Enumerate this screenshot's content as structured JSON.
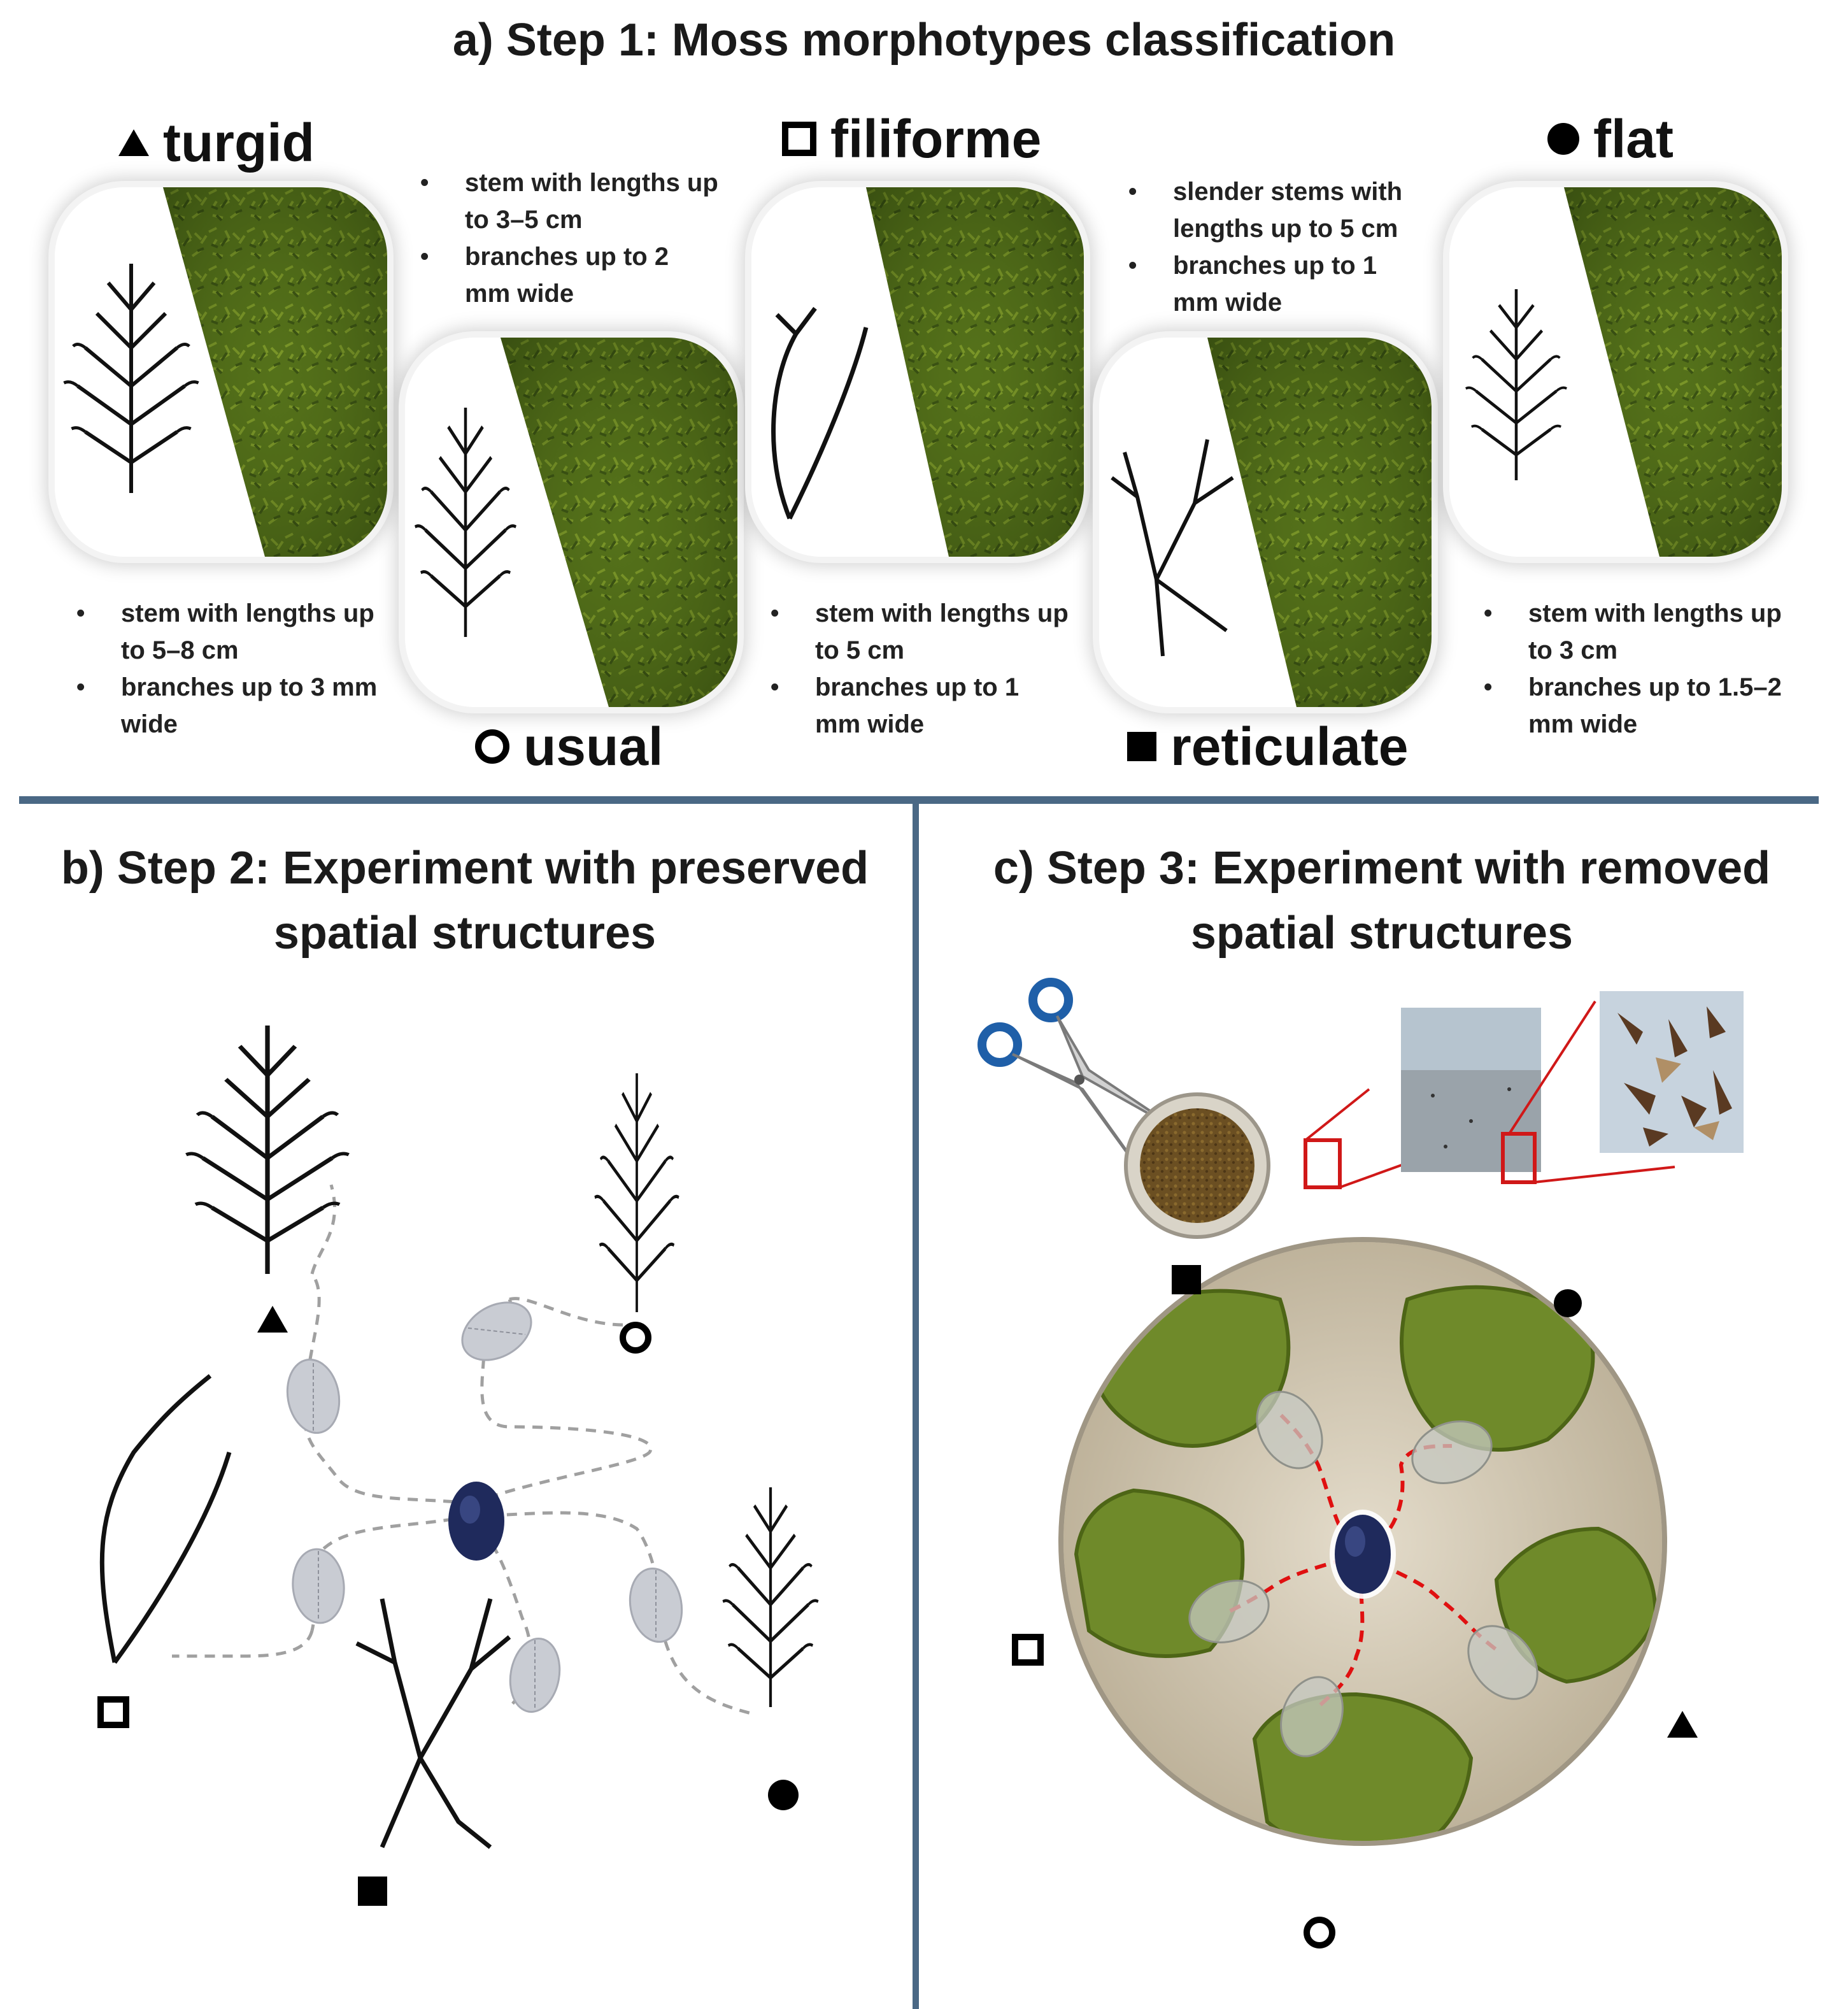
{
  "panel_a": {
    "title": "a) Step 1: Moss morphotypes classification",
    "morphotypes": [
      {
        "name": "turgid",
        "symbol": "filled-triangle",
        "desc": [
          "stem with lengths up to 5–8 cm",
          "branches up to 3 mm wide"
        ]
      },
      {
        "name": "usual",
        "symbol": "open-circle",
        "desc": [
          "stem with lengths up to 3–5 cm",
          "branches up to 2 mm wide"
        ]
      },
      {
        "name": "filiforme",
        "symbol": "open-square",
        "desc": [
          "stem with lengths up to 5 cm",
          "branches up to 1 mm wide"
        ]
      },
      {
        "name": "reticulate",
        "symbol": "filled-square",
        "desc": [
          "slender stems with lengths up to 5 cm",
          "branches up to 1 mm wide"
        ]
      },
      {
        "name": "flat",
        "symbol": "filled-circle",
        "desc": [
          "stem with lengths up to 3 cm",
          "branches up to 1.5–2 mm wide"
        ]
      }
    ]
  },
  "panel_b": {
    "title_line1": "b) Step 2: Experiment with preserved",
    "title_line2": "spatial structures"
  },
  "panel_c": {
    "title_line1": "c) Step 3: Experiment with removed",
    "title_line2": "spatial structures"
  },
  "colors": {
    "divider": "#4a6885",
    "moss_green": "#5d7a1f",
    "beetle_dark": "#1f2a5c",
    "beetle_ghost": "#c9ccd3",
    "path_grey": "#a0a0a0",
    "path_red": "#e01010",
    "scissors_blue": "#1f5fa8",
    "petri_sand": "#d8cdb8"
  },
  "icons": [
    "scissors-icon",
    "petri-dish-icon",
    "beetle-icon",
    "moss-sketch-icon"
  ]
}
